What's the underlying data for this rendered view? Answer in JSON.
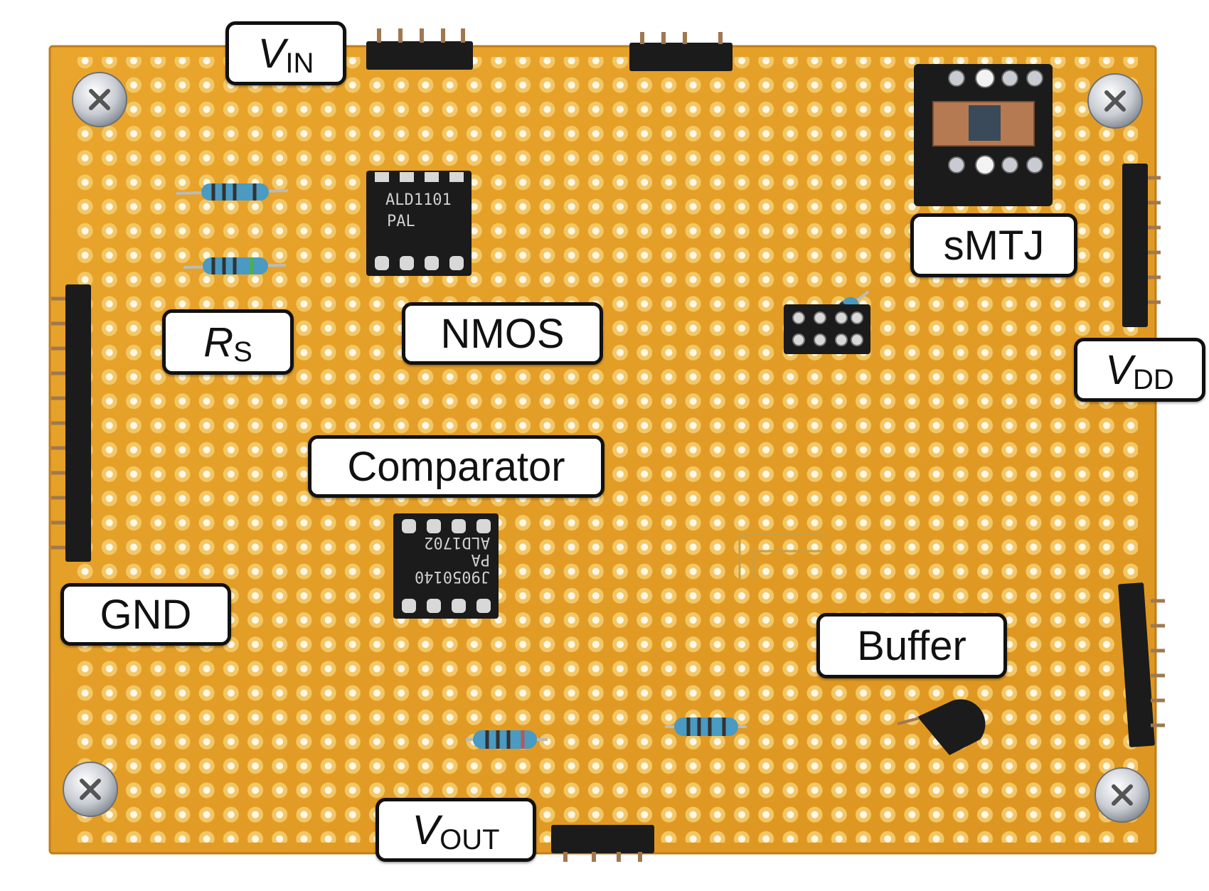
{
  "labels": {
    "vin": {
      "main": "V",
      "sub": "IN"
    },
    "rs": {
      "main": "R",
      "sub": "S"
    },
    "nmos": {
      "text": "NMOS"
    },
    "smtj": {
      "text": "sMTJ"
    },
    "vdd": {
      "main": "V",
      "sub": "DD"
    },
    "comparator": {
      "text": "Comparator"
    },
    "gnd": {
      "text": "GND"
    },
    "buffer": {
      "text": "Buffer"
    },
    "vout": {
      "main": "V",
      "sub": "OUT"
    }
  },
  "chips": {
    "nmos": {
      "line1": "ALD1101",
      "line2": "PAL"
    },
    "comparator": {
      "line1": "J9050140",
      "line2": "PA",
      "line3": "ALD1702"
    }
  },
  "colors": {
    "board": "#e6a12a",
    "board_edge": "#c9861a",
    "hole": "#fff6e6",
    "copper": "#f2c15e",
    "component": "#1b1b1b"
  }
}
